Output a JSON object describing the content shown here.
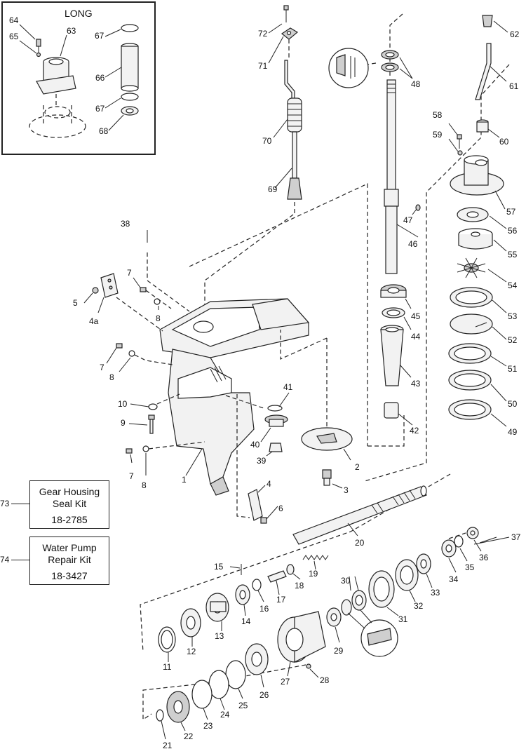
{
  "inset": {
    "title": "LONG"
  },
  "callouts": {
    "c1": "1",
    "c2": "2",
    "c3": "3",
    "c4": "4",
    "c4a": "4a",
    "c5": "5",
    "c6": "6",
    "c7a": "7",
    "c7b": "7",
    "c7c": "7",
    "c8a": "8",
    "c8b": "8",
    "c8c": "8",
    "c9": "9",
    "c10": "10",
    "c11": "11",
    "c12": "12",
    "c13": "13",
    "c14": "14",
    "c15": "15",
    "c16": "16",
    "c17": "17",
    "c18": "18",
    "c19": "19",
    "c20": "20",
    "c21": "21",
    "c22": "22",
    "c23": "23",
    "c24": "24",
    "c25": "25",
    "c26": "26",
    "c27": "27",
    "c28": "28",
    "c29": "29",
    "c30": "30",
    "c31": "31",
    "c32": "32",
    "c33": "33",
    "c34": "34",
    "c35": "35",
    "c36": "36",
    "c37": "37",
    "c38": "38",
    "c39": "39",
    "c40": "40",
    "c41": "41",
    "c42": "42",
    "c43": "43",
    "c44": "44",
    "c45": "45",
    "c46": "46",
    "c47": "47",
    "c48": "48",
    "c49": "49",
    "c50": "50",
    "c51": "51",
    "c52": "52",
    "c53": "53",
    "c54": "54",
    "c55": "55",
    "c56": "56",
    "c57": "57",
    "c58": "58",
    "c59": "59",
    "c60": "60",
    "c61": "61",
    "c62": "62",
    "c63": "63",
    "c64": "64",
    "c65": "65",
    "c66": "66",
    "c67a": "67",
    "c67b": "67",
    "c68": "68",
    "c69": "69",
    "c70": "70",
    "c71": "71",
    "c72": "72"
  },
  "kits": {
    "seal": {
      "number": "73",
      "line1": "Gear Housing",
      "line2": "Seal Kit",
      "part": "18-2785"
    },
    "pump": {
      "number": "74",
      "line1": "Water Pump",
      "line2": "Repair Kit",
      "part": "18-3427"
    }
  }
}
